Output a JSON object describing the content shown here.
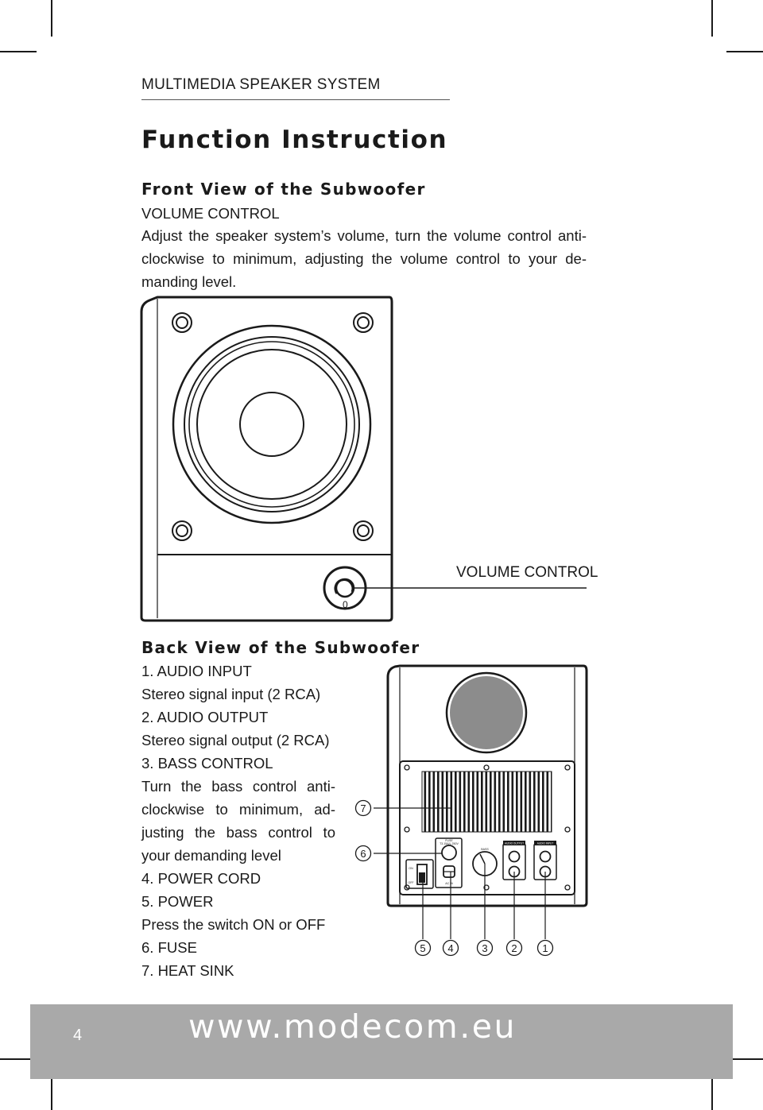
{
  "header": {
    "title": "MULTIMEDIA SPEAKER SYSTEM"
  },
  "section_title": "Function Instruction",
  "front": {
    "heading": "Front View of the Subwoofer",
    "label": "VOLUME CONTROL",
    "lines": [
      "Adjust the speaker system’s volume, turn the volume control anti-",
      "clockwise to minimum, adjusting the volume control to your de-",
      "manding level."
    ],
    "figure": {
      "callout": "VOLUME CONTROL",
      "knob_mark": "0"
    }
  },
  "back": {
    "heading": "Back View of the Subwoofer",
    "items": [
      "1. AUDIO INPUT",
      "Stereo signal input (2 RCA)",
      "2. AUDIO OUTPUT",
      "Stereo signal output (2 RCA)",
      "3. BASS CONTROL",
      "Turn the bass control anti-",
      "clockwise to minimum, ad-",
      "justing the bass control to",
      "your demanding level",
      "4. POWER CORD",
      "5. POWER",
      "Press the switch ON or OFF",
      "6. FUSE",
      "7. HEAT SINK"
    ],
    "figure": {
      "callouts": [
        "7",
        "6"
      ],
      "numbers": [
        "5",
        "4",
        "3",
        "2",
        "1"
      ],
      "panel_labels": {
        "fuse": "FUSE",
        "fuse_spec": "T3.15A/L 250V",
        "on": "ON",
        "off": "OFF",
        "ac_in": "AC IN",
        "bass": "BASS",
        "audio_output": "AUDIO OUTPUT",
        "audio_input": "AUDIO INPUT"
      }
    }
  },
  "footer": {
    "url": "www.modecom.eu",
    "page_number": "4"
  },
  "colors": {
    "footer_band": "#a9a9a9",
    "ink": "#1a1a1a",
    "port_fill": "#8c8c8c"
  }
}
